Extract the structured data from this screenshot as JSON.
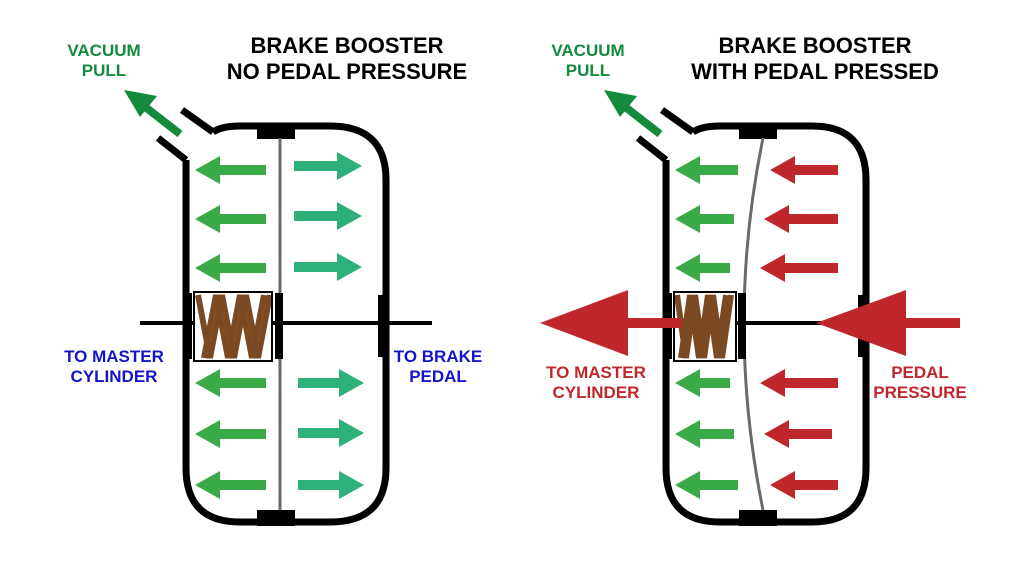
{
  "colors": {
    "green": "#3aaa48",
    "teal": "#2eb07a",
    "red": "#c0272d",
    "blue": "#1515c8",
    "vacuum_green": "#138a3c",
    "spring": "#7b4a23",
    "black": "#000000",
    "grey_diaphragm": "#6a6a6a"
  },
  "left": {
    "title_line1": "BRAKE BOOSTER",
    "title_line2": "NO PEDAL PRESSURE",
    "vacuum_line1": "VACUUM",
    "vacuum_line2": "PULL",
    "master_line1": "TO MASTER",
    "master_line2": "CYLINDER",
    "pedal_line1": "TO BRAKE",
    "pedal_line2": "PEDAL"
  },
  "right": {
    "title_line1": "BRAKE BOOSTER",
    "title_line2": "WITH PEDAL PRESSED",
    "vacuum_line1": "VACUUM",
    "vacuum_line2": "PULL",
    "master_line1": "TO MASTER",
    "master_line2": "CYLINDER",
    "pedal_line1": "PEDAL",
    "pedal_line2": "PRESSURE"
  }
}
